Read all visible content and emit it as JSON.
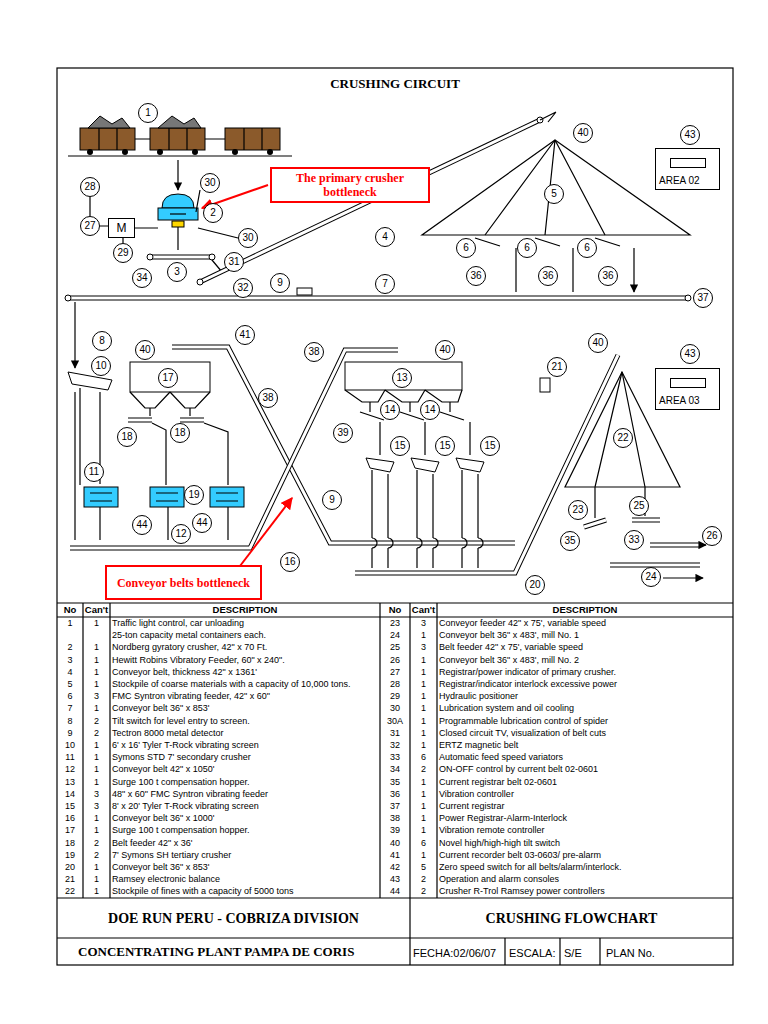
{
  "diagram": {
    "title": "CRUSHING CIRCUIT",
    "nodes": [
      {
        "text": [
          "AREA 02"
        ]
      },
      {
        "text": [
          "The primary crusher bottleneck"
        ]
      },
      {
        "text": [
          "M"
        ]
      },
      {
        "text": [
          "AREA 03"
        ]
      },
      {
        "text": [
          "Conveyor belts bottleneck"
        ]
      }
    ],
    "labels": [
      "1",
      "40",
      "43",
      "30",
      "28",
      "5",
      "2",
      "27",
      "4",
      "30",
      "6",
      "6",
      "6",
      "29",
      "31",
      "3",
      "36",
      "36",
      "36",
      "34",
      "32",
      "9",
      "7",
      "37",
      "8",
      "41",
      "40",
      "38",
      "40",
      "43",
      "10",
      "21",
      "40",
      "17",
      "13",
      "38",
      "14",
      "14",
      "39",
      "18",
      "18",
      "22",
      "15",
      "15",
      "15",
      "11",
      "19",
      "9",
      "23",
      "25",
      "44",
      "44",
      "26",
      "35",
      "33",
      "12",
      "16",
      "20",
      "24",
      "No",
      "Can't",
      "DESCRIPTION",
      "No",
      "Can't",
      "DESCRIPTION",
      "1",
      "1",
      "Traffic light control, car unloading",
      "23",
      "3",
      "Conveyor feeder 42\" x 75', variable speed",
      "25-ton capacity metal containers each.",
      "24",
      "1",
      "Conveyor belt 36\" x 483', mill No. 1",
      "2",
      "1",
      "Nordberg gyratory crusher, 42\" x 70 Ft.",
      "25",
      "3",
      "Belt feeder 42\" x 75', variable speed",
      "3",
      "1",
      "Hewitt Robins Vibratory Feeder, 60\" x 240\".",
      "26",
      "1",
      "Conveyor belt 36\" x 483', mill No. 2",
      "4",
      "1",
      "Conveyor belt, thickness 42\" x 1361'",
      "27",
      "1",
      "Registrar/power indicator of primary crusher.",
      "5",
      "1",
      "Stockpile of coarse materials with a capacity of 10,000 tons.",
      "28",
      "1",
      "Registrar/indicator interlock excessive power",
      "6",
      "3",
      "FMC Syntron vibrating feeder, 42\" x 60\"",
      "29",
      "1",
      "Hydraulic positioner",
      "7",
      "1",
      "Conveyor belt 36\" x 853'",
      "30",
      "1",
      "Lubrication system and oil cooling",
      "8",
      "2",
      "Tilt switch for level entry to screen.",
      "30A",
      "1",
      "Programmable lubrication control of spider",
      "9",
      "2",
      "Tectron 8000 metal detector",
      "31",
      "1",
      "Closed circuit TV, visualization of belt cuts",
      "10",
      "1",
      "6' x 16' Tyler T-Rock vibrating screen",
      "32",
      "1",
      "ERTZ magnetic belt",
      "11",
      "1",
      "Symons STD 7' secondary crusher",
      "33",
      "6",
      "Automatic feed speed variators",
      "12",
      "1",
      "Conveyor belt 42\" x 1050'",
      "34",
      "2",
      "ON-OFF control by current belt 02-0601",
      "13",
      "1",
      "Surge 100 t compensation hopper.",
      "35",
      "1",
      "Current registrar belt 02-0601",
      "14",
      "3",
      "48\" x 60\" FMC Syntron vibrating feeder",
      "36",
      "1",
      "Vibration controller",
      "15",
      "3",
      "8' x 20' Tyler T-Rock vibrating screen",
      "37",
      "1",
      "Current registrar",
      "16",
      "1",
      "Conveyor belt 36\" x 1000'",
      "38",
      "1",
      "Power Registrar-Alarm-Interlock",
      "17",
      "1",
      "Surge 100 t compensation hopper.",
      "39",
      "1",
      "Vibration remote controller",
      "18",
      "2",
      "Belt feeder 42\" x 36'",
      "40",
      "6",
      "Novel high/high-high tilt switch",
      "19",
      "2",
      "7' Symons SH tertiary crusher",
      "41",
      "1",
      "Current recorder belt 03-0603/ pre-alarm",
      "20",
      "1",
      "Conveyor belt 36\" x 853'",
      "42",
      "5",
      "Zero speed switch for all belts/alarm/interlock.",
      "21",
      "1",
      "Ramsey electronic balance",
      "43",
      "2",
      "Operation and alarm consoles",
      "22",
      "1",
      "Stockpile of fines with a capacity of 5000 tons",
      "44",
      "2",
      "Crusher R-Trol Ramsey power controllers",
      "DOE RUN PERU - COBRIZA DIVISION",
      "CRUSHING FLOWCHART",
      "CONCENTRATING PLANT PAMPA DE CORIS",
      "FECHA:02/06/07",
      "ESCALA:",
      "S/E",
      "PLAN No."
    ]
  }
}
